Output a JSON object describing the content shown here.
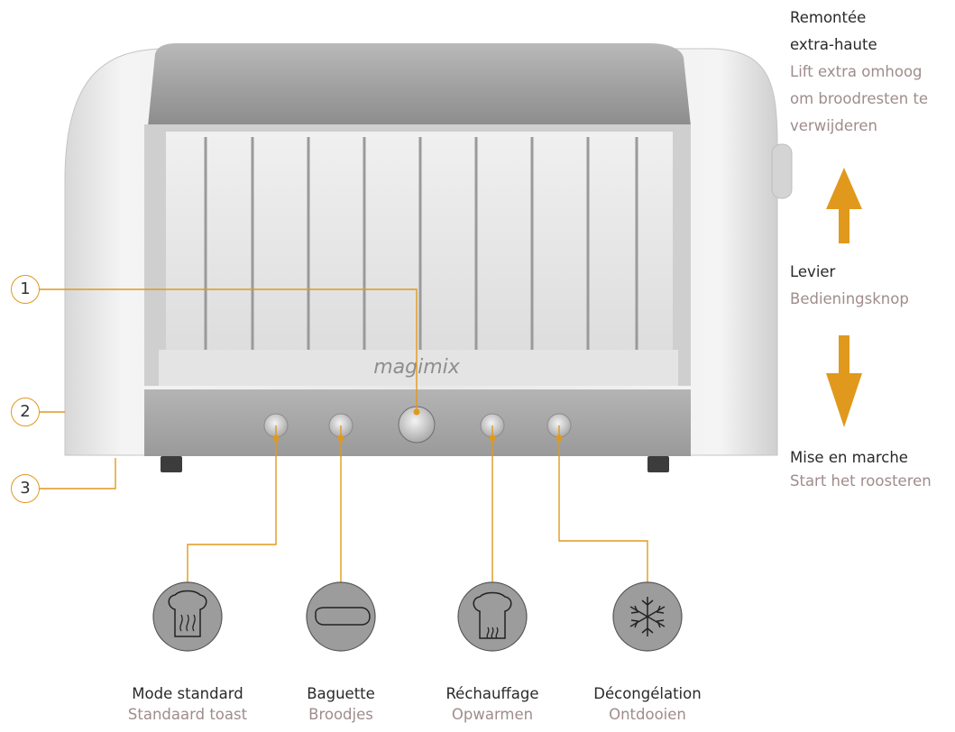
{
  "brand": "magimix",
  "colors": {
    "accent": "#e0991d",
    "icon_circle": "#9c9c9c",
    "nl_text": "#a08c8c"
  },
  "callouts": {
    "one": "1",
    "two": "2",
    "three": "3"
  },
  "lever": {
    "up_fr_1": "Remontée",
    "up_fr_2": "extra-haute",
    "up_nl_1": "Lift extra omhoog",
    "up_nl_2": "om broodresten te",
    "up_nl_3": "verwijderen",
    "mid_fr": "Levier",
    "mid_nl": "Bedieningsknop",
    "down_fr": "Mise en marche",
    "down_nl": "Start het roosteren"
  },
  "modes": [
    {
      "fr": "Mode standard",
      "nl": "Standaard toast",
      "icon": "toast-steam-icon"
    },
    {
      "fr": "Baguette",
      "nl": "Broodjes",
      "icon": "baguette-icon"
    },
    {
      "fr": "Réchauffage",
      "nl": "Opwarmen",
      "icon": "toast-warm-icon"
    },
    {
      "fr": "Décongélation",
      "nl": "Ontdooien",
      "icon": "snowflake-icon"
    }
  ]
}
